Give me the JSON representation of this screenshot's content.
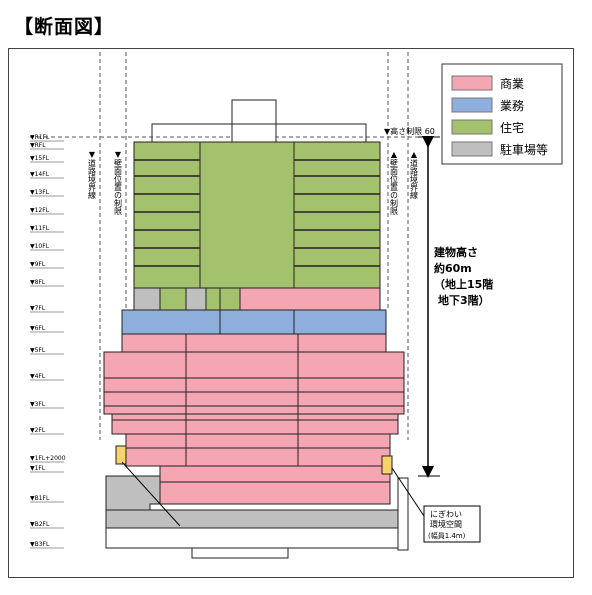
{
  "title": "【断面図】",
  "legend": [
    {
      "label": "商業",
      "color": "#f4a7b3"
    },
    {
      "label": "業務",
      "color": "#8eaedb"
    },
    {
      "label": "住宅",
      "color": "#a4c26e"
    },
    {
      "label": "駐車場等",
      "color": "#bfbfbf"
    }
  ],
  "height_limit": "▼高さ制限 60",
  "floor_labels": [
    "▼R1FL",
    "▼RFL",
    "▼15FL",
    "▼14FL",
    "▼13FL",
    "▼12FL",
    "▼11FL",
    "▼10FL",
    "▼9FL",
    "▼8FL",
    "▼7FL",
    "▼6FL",
    "▼5FL",
    "▼4FL",
    "▼3FL",
    "▼2FL",
    "▼1FL+2000",
    "▼1FL",
    "▼B1FL",
    "▼B2FL",
    "▼B3FL"
  ],
  "setback_labels": {
    "left_outer": "▼道路境界線",
    "left_inner": "▼壁面位置の制限",
    "right_inner": "▲壁面位置の制限",
    "right_outer": "▲道路境界線"
  },
  "building_height": [
    "建物高さ",
    "約60m",
    "（地上15階",
    "地下3階）"
  ],
  "annotation": [
    "にぎわい",
    "環境空間",
    "(幅員1.4m)"
  ],
  "colors": {
    "frame": "#444444",
    "line": "#222222",
    "dim": "#000000",
    "accent_yellow": "#f6d36b"
  }
}
